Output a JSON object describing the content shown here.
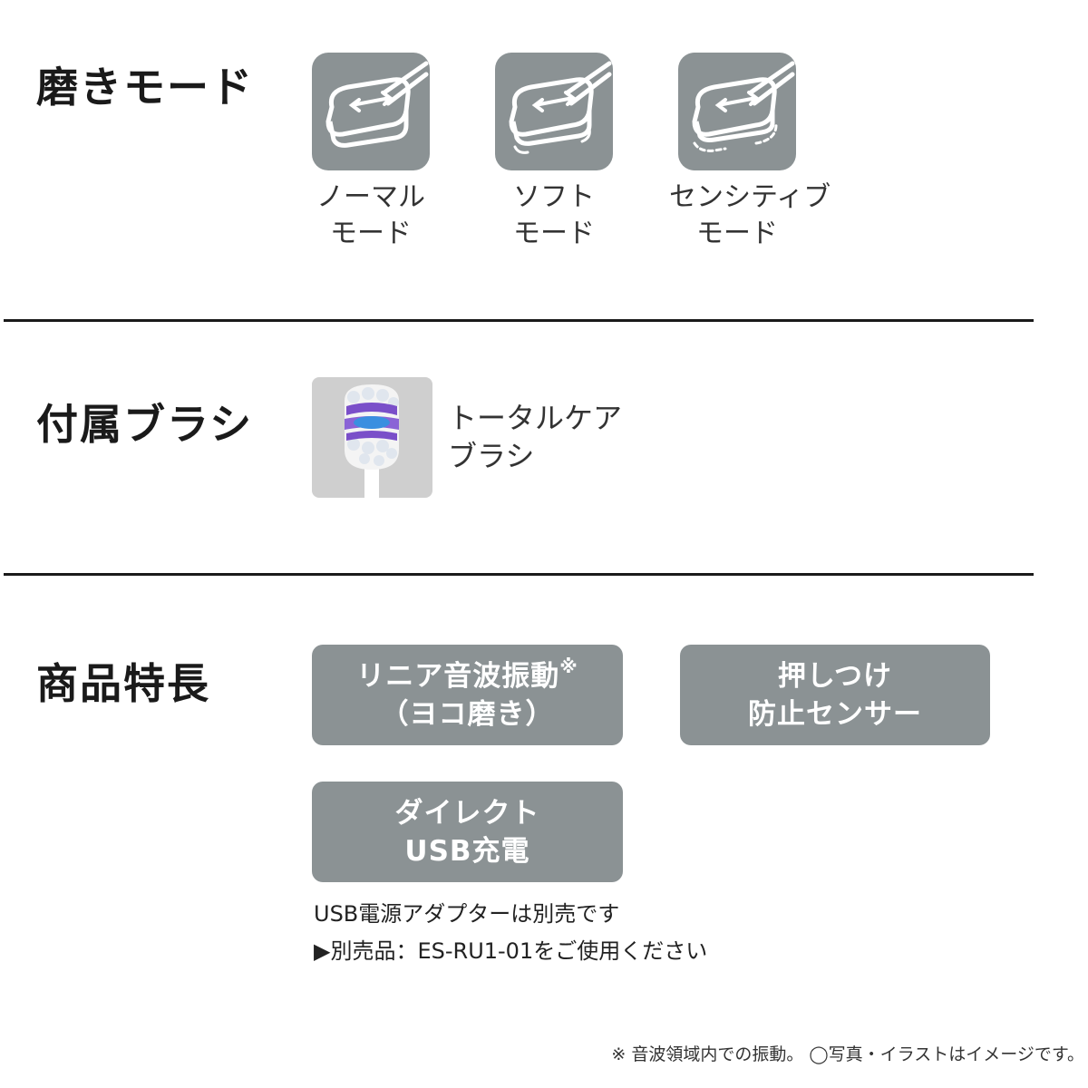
{
  "sections": {
    "modes": {
      "heading": "磨きモード"
    },
    "brush": {
      "heading": "付属ブラシ"
    },
    "features": {
      "heading": "商品特長"
    }
  },
  "modes": [
    {
      "line1": "ノーマル",
      "line2": "モード",
      "icon": "normal-mode-brush-icon"
    },
    {
      "line1": "ソフト",
      "line2": "モード",
      "icon": "soft-mode-brush-icon"
    },
    {
      "line1": "センシティブ",
      "line2": "モード",
      "icon": "sensitive-mode-brush-icon"
    }
  ],
  "brush": {
    "line1": "トータルケア",
    "line2": "ブラシ",
    "image": "total-care-brush-head"
  },
  "features": [
    {
      "line1": "リニア音波振動",
      "mark": "※",
      "line2": "（ヨコ磨き）"
    },
    {
      "line1": "押しつけ",
      "line2": "防止センサー"
    },
    {
      "line1": "ダイレクト",
      "line2": "USB充電"
    }
  ],
  "notes": {
    "usb": "USB電源アダプターは別売です",
    "accessory": "▶別売品：ES-RU1-01をご使用ください"
  },
  "footnote": "※ 音波領域内での振動。 ◯写真・イラストはイメージです。",
  "colors": {
    "tile": "#8b9294",
    "text": "#1a1a1a",
    "brush_purple": "#7a4fc9",
    "brush_blue": "#3a8fe0"
  }
}
